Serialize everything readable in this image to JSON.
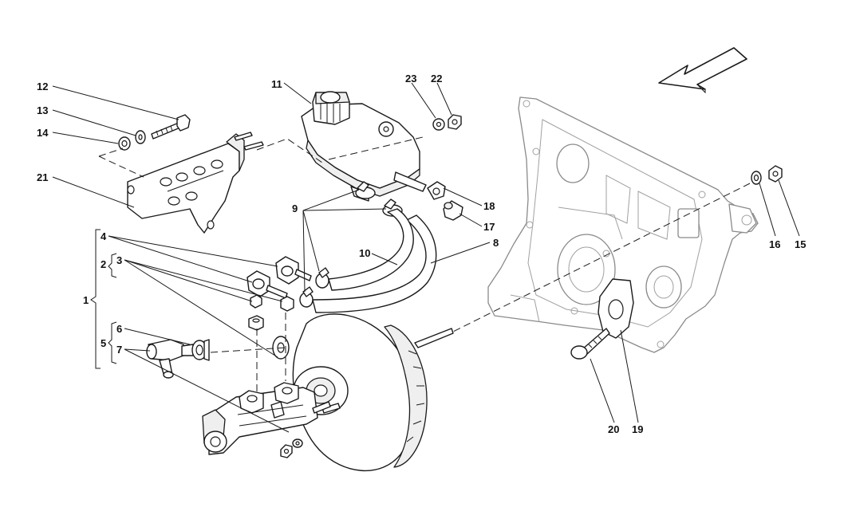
{
  "callouts": {
    "c1": "1",
    "c2": "2",
    "c3": "3",
    "c4": "4",
    "c5": "5",
    "c6": "6",
    "c7": "7",
    "c8": "8",
    "c9": "9",
    "c10": "10",
    "c11": "11",
    "c12": "12",
    "c13": "13",
    "c14": "14",
    "c15": "15",
    "c16": "16",
    "c17": "17",
    "c18": "18",
    "c19": "19",
    "c20": "20",
    "c21": "21",
    "c22": "22",
    "c23": "23"
  },
  "colors": {
    "ink": "#1a1a1a",
    "ghost_part": "#8a8a8a",
    "background": "#ffffff"
  },
  "icons": {
    "direction": "direction-arrow-icon"
  }
}
